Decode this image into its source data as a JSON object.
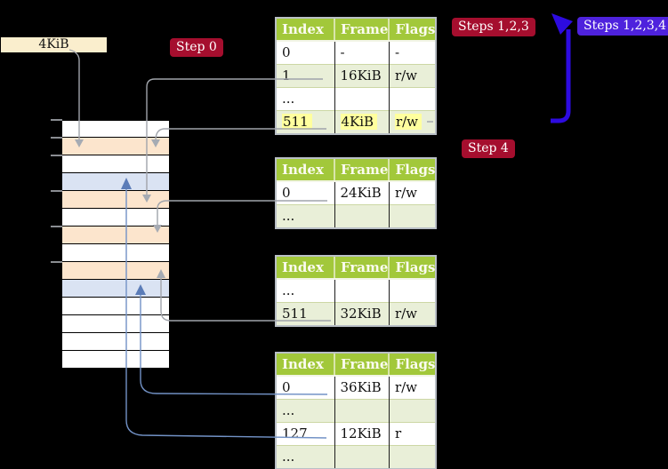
{
  "labels": {
    "size_box": "4KiB",
    "step0": "Step 0",
    "steps123": "Steps 1,2,3",
    "steps1234": "Steps 1,2,3,4",
    "step4": "Step 4"
  },
  "colors": {
    "header_green": "#a2c83a",
    "row_shade_green": "#e9efd8",
    "frame_page_table_peach": "#fce5cd",
    "frame_mapped_page_blue": "#dae3f3",
    "frame_plain": "#ffffff",
    "size_box_bg": "#faeecd",
    "badge_red": "#a50e2e",
    "badge_violet": "#4e22dd",
    "big_arrow_blue": "#2d0be0",
    "connector_gray": "#a0a4ab",
    "connector_blue": "#7292c6",
    "highlight_yellow": "#ffff9e"
  },
  "columns": [
    "Index",
    "Frame",
    "Flags"
  ],
  "tables": [
    {
      "name": "level-4-page-table",
      "rows": [
        {
          "cells": [
            "0",
            "-",
            "-"
          ],
          "shade": false,
          "highlight": false
        },
        {
          "cells": [
            "1",
            "16KiB",
            "r/w"
          ],
          "shade": true,
          "highlight": false
        },
        {
          "cells": [
            "...",
            "",
            ""
          ],
          "shade": false,
          "highlight": false
        },
        {
          "cells": [
            "511",
            "4KiB",
            "r/w"
          ],
          "shade": true,
          "highlight": true
        }
      ]
    },
    {
      "name": "level-3-page-table",
      "rows": [
        {
          "cells": [
            "0",
            "24KiB",
            "r/w"
          ],
          "shade": false,
          "highlight": false
        },
        {
          "cells": [
            "...",
            "",
            ""
          ],
          "shade": true,
          "highlight": false
        }
      ]
    },
    {
      "name": "level-2-page-table",
      "rows": [
        {
          "cells": [
            "...",
            "",
            ""
          ],
          "shade": false,
          "highlight": false
        },
        {
          "cells": [
            "511",
            "32KiB",
            "r/w"
          ],
          "shade": true,
          "highlight": false
        }
      ]
    },
    {
      "name": "level-1-page-table",
      "rows": [
        {
          "cells": [
            "0",
            "36KiB",
            "r/w"
          ],
          "shade": false,
          "highlight": false
        },
        {
          "cells": [
            "...",
            "",
            ""
          ],
          "shade": true,
          "highlight": false
        },
        {
          "cells": [
            "127",
            "12KiB",
            "r"
          ],
          "shade": false,
          "highlight": false
        },
        {
          "cells": [
            "...",
            "",
            ""
          ],
          "shade": true,
          "highlight": false
        }
      ]
    }
  ],
  "memory": {
    "frames": [
      {
        "fill": "plain"
      },
      {
        "fill": "table"
      },
      {
        "fill": "plain"
      },
      {
        "fill": "page"
      },
      {
        "fill": "table"
      },
      {
        "fill": "plain"
      },
      {
        "fill": "table"
      },
      {
        "fill": "plain"
      },
      {
        "fill": "table"
      },
      {
        "fill": "page"
      },
      {
        "fill": "plain"
      },
      {
        "fill": "plain"
      },
      {
        "fill": "plain"
      },
      {
        "fill": "plain"
      }
    ]
  }
}
